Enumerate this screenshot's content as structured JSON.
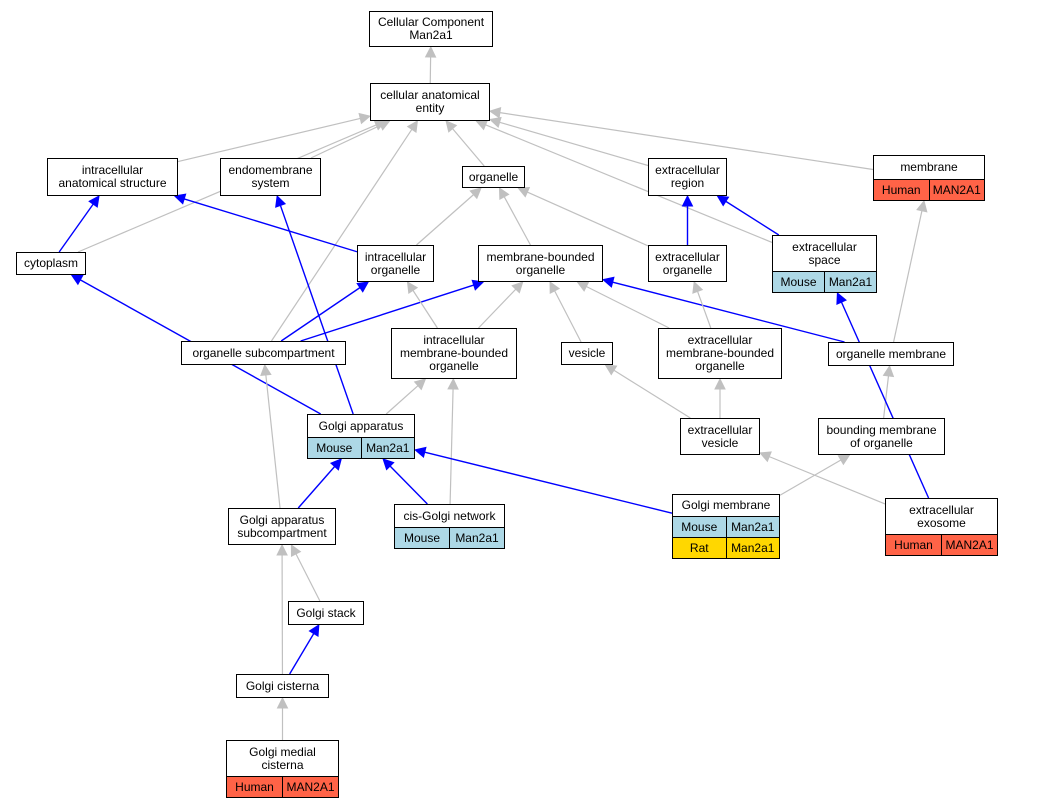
{
  "diagram": {
    "nodes": [
      {
        "id": "cc",
        "label": "Cellular Component\nMan2a1",
        "annotations": []
      },
      {
        "id": "cae",
        "label": "cellular anatomical\nentity",
        "annotations": []
      },
      {
        "id": "ias",
        "label": "intracellular\nanatomical structure",
        "annotations": []
      },
      {
        "id": "ems",
        "label": "endomembrane\nsystem",
        "annotations": []
      },
      {
        "id": "org",
        "label": "organelle",
        "annotations": []
      },
      {
        "id": "exr",
        "label": "extracellular\nregion",
        "annotations": []
      },
      {
        "id": "mem",
        "label": "membrane",
        "annotations": [
          [
            "Human",
            "MAN2A1"
          ]
        ]
      },
      {
        "id": "cyt",
        "label": "cytoplasm",
        "annotations": []
      },
      {
        "id": "io",
        "label": "intracellular\norganelle",
        "annotations": []
      },
      {
        "id": "mbo",
        "label": "membrane-bounded\norganelle",
        "annotations": []
      },
      {
        "id": "exo",
        "label": "extracellular\norganelle",
        "annotations": []
      },
      {
        "id": "exs",
        "label": "extracellular\nspace",
        "annotations": [
          [
            "Mouse",
            "Man2a1"
          ]
        ]
      },
      {
        "id": "osc",
        "label": "organelle subcompartment",
        "annotations": []
      },
      {
        "id": "imbo",
        "label": "intracellular\nmembrane-bounded\norganelle",
        "annotations": []
      },
      {
        "id": "ves",
        "label": "vesicle",
        "annotations": []
      },
      {
        "id": "embo",
        "label": "extracellular\nmembrane-bounded\norganelle",
        "annotations": []
      },
      {
        "id": "om",
        "label": "organelle membrane",
        "annotations": []
      },
      {
        "id": "ga",
        "label": "Golgi apparatus",
        "annotations": [
          [
            "Mouse",
            "Man2a1"
          ]
        ]
      },
      {
        "id": "exv",
        "label": "extracellular\nvesicle",
        "annotations": []
      },
      {
        "id": "bmo",
        "label": "bounding membrane\nof organelle",
        "annotations": []
      },
      {
        "id": "gas",
        "label": "Golgi apparatus\nsubcompartment",
        "annotations": []
      },
      {
        "id": "cgn",
        "label": "cis-Golgi network",
        "annotations": [
          [
            "Mouse",
            "Man2a1"
          ]
        ]
      },
      {
        "id": "gm",
        "label": "Golgi membrane",
        "annotations": [
          [
            "Mouse",
            "Man2a1"
          ],
          [
            "Rat",
            "Man2a1"
          ]
        ]
      },
      {
        "id": "exx",
        "label": "extracellular\nexosome",
        "annotations": [
          [
            "Human",
            "MAN2A1"
          ]
        ]
      },
      {
        "id": "gs",
        "label": "Golgi stack",
        "annotations": []
      },
      {
        "id": "gc",
        "label": "Golgi cisterna",
        "annotations": []
      },
      {
        "id": "gmc",
        "label": "Golgi medial\ncisterna",
        "annotations": [
          [
            "Human",
            "MAN2A1"
          ]
        ]
      }
    ],
    "edges": [
      {
        "from": "cae",
        "to": "cc",
        "type": "is_a"
      },
      {
        "from": "ias",
        "to": "cae",
        "type": "is_a"
      },
      {
        "from": "ems",
        "to": "cae",
        "type": "is_a"
      },
      {
        "from": "org",
        "to": "cae",
        "type": "is_a"
      },
      {
        "from": "exr",
        "to": "cae",
        "type": "is_a"
      },
      {
        "from": "mem",
        "to": "cae",
        "type": "is_a"
      },
      {
        "from": "cyt",
        "to": "cae",
        "type": "is_a"
      },
      {
        "from": "exs",
        "to": "cae",
        "type": "is_a"
      },
      {
        "from": "osc",
        "to": "cae",
        "type": "is_a"
      },
      {
        "from": "cyt",
        "to": "ias",
        "type": "part_of"
      },
      {
        "from": "io",
        "to": "ias",
        "type": "part_of"
      },
      {
        "from": "io",
        "to": "org",
        "type": "is_a"
      },
      {
        "from": "mbo",
        "to": "org",
        "type": "is_a"
      },
      {
        "from": "exo",
        "to": "org",
        "type": "is_a"
      },
      {
        "from": "exo",
        "to": "exr",
        "type": "part_of"
      },
      {
        "from": "exs",
        "to": "exr",
        "type": "part_of"
      },
      {
        "from": "osc",
        "to": "io",
        "type": "part_of"
      },
      {
        "from": "osc",
        "to": "mbo",
        "type": "part_of"
      },
      {
        "from": "imbo",
        "to": "io",
        "type": "is_a"
      },
      {
        "from": "imbo",
        "to": "mbo",
        "type": "is_a"
      },
      {
        "from": "ves",
        "to": "mbo",
        "type": "is_a"
      },
      {
        "from": "embo",
        "to": "mbo",
        "type": "is_a"
      },
      {
        "from": "om",
        "to": "mbo",
        "type": "part_of"
      },
      {
        "from": "embo",
        "to": "exo",
        "type": "is_a"
      },
      {
        "from": "om",
        "to": "mem",
        "type": "is_a"
      },
      {
        "from": "ga",
        "to": "cyt",
        "type": "part_of"
      },
      {
        "from": "ga",
        "to": "ems",
        "type": "part_of"
      },
      {
        "from": "ga",
        "to": "imbo",
        "type": "is_a"
      },
      {
        "from": "exv",
        "to": "ves",
        "type": "is_a"
      },
      {
        "from": "exv",
        "to": "embo",
        "type": "is_a"
      },
      {
        "from": "bmo",
        "to": "om",
        "type": "is_a"
      },
      {
        "from": "gas",
        "to": "osc",
        "type": "is_a"
      },
      {
        "from": "gas",
        "to": "ga",
        "type": "part_of"
      },
      {
        "from": "cgn",
        "to": "ga",
        "type": "part_of"
      },
      {
        "from": "cgn",
        "to": "imbo",
        "type": "is_a"
      },
      {
        "from": "gm",
        "to": "ga",
        "type": "part_of"
      },
      {
        "from": "gm",
        "to": "bmo",
        "type": "is_a"
      },
      {
        "from": "exx",
        "to": "exv",
        "type": "is_a"
      },
      {
        "from": "exx",
        "to": "exs",
        "type": "part_of"
      },
      {
        "from": "gs",
        "to": "gas",
        "type": "is_a"
      },
      {
        "from": "gc",
        "to": "gas",
        "type": "is_a"
      },
      {
        "from": "gc",
        "to": "gs",
        "type": "part_of"
      },
      {
        "from": "gmc",
        "to": "gc",
        "type": "is_a"
      }
    ]
  },
  "colors": {
    "is_a_edge": "#c0c0c0",
    "part_of_edge": "#0000ff",
    "Human": "#ff6347",
    "Mouse": "#add8e6",
    "Rat": "#ffd700",
    "node_border": "#000000",
    "node_background": "#ffffff"
  }
}
